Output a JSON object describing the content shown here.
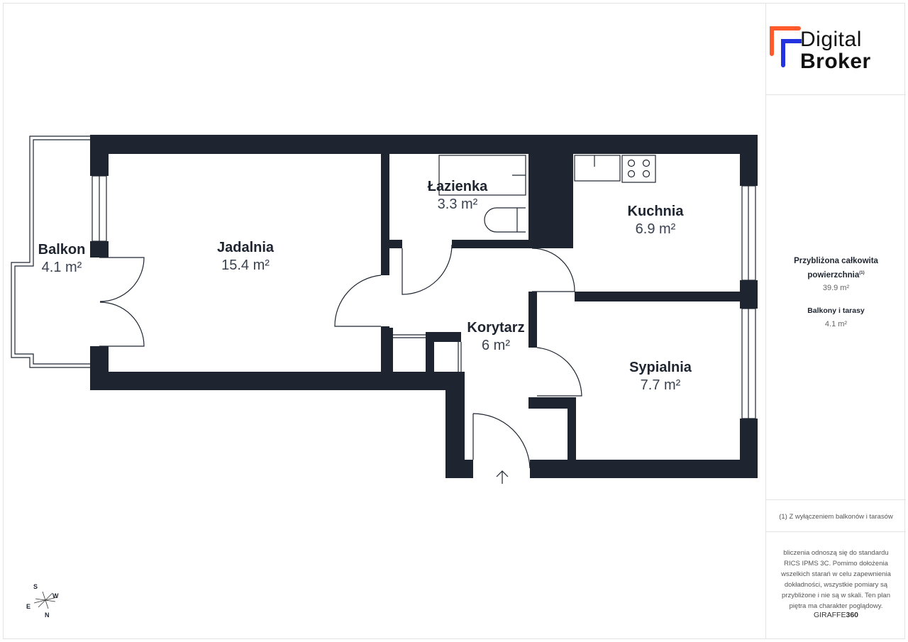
{
  "brand": {
    "line1": "Digital",
    "line2": "Broker",
    "colors": {
      "orange": "#ff5a2c",
      "blue": "#2433e0"
    }
  },
  "rooms": [
    {
      "name": "Balkon",
      "area": "4.1 m²"
    },
    {
      "name": "Jadalnia",
      "area": "15.4 m²"
    },
    {
      "name": "Łazienka",
      "area": "3.3 m²"
    },
    {
      "name": "Kuchnia",
      "area": "6.9 m²"
    },
    {
      "name": "Korytarz",
      "area": "6 m²"
    },
    {
      "name": "Sypialnia",
      "area": "7.7 m²"
    }
  ],
  "summary": {
    "total_label_1": "Przybliżona całkowita",
    "total_label_2": "powierzchnia",
    "total_footnote": "(1)",
    "total_value": "39.9 m²",
    "balcony_label": "Balkony i tarasy",
    "balcony_value": "4.1 m²"
  },
  "footnote": "(1) Z wyłączeniem balkonów i tarasów",
  "disclaimer": [
    "bliczenia odnoszą się do standardu",
    "RICS IPMS 3C. Pomimo dołożenia",
    "wszelkich starań w celu zapewnienia",
    "dokładności, wszystkie pomiary są",
    "przybliżone i nie są w skali. Ten plan",
    "piętra ma charakter poglądowy."
  ],
  "credit": {
    "a": "GIRAFFE",
    "b": "360"
  },
  "compass": {
    "s": "S",
    "w": "W",
    "e": "E",
    "n": "N"
  },
  "colors": {
    "wall": "#1e2530"
  }
}
